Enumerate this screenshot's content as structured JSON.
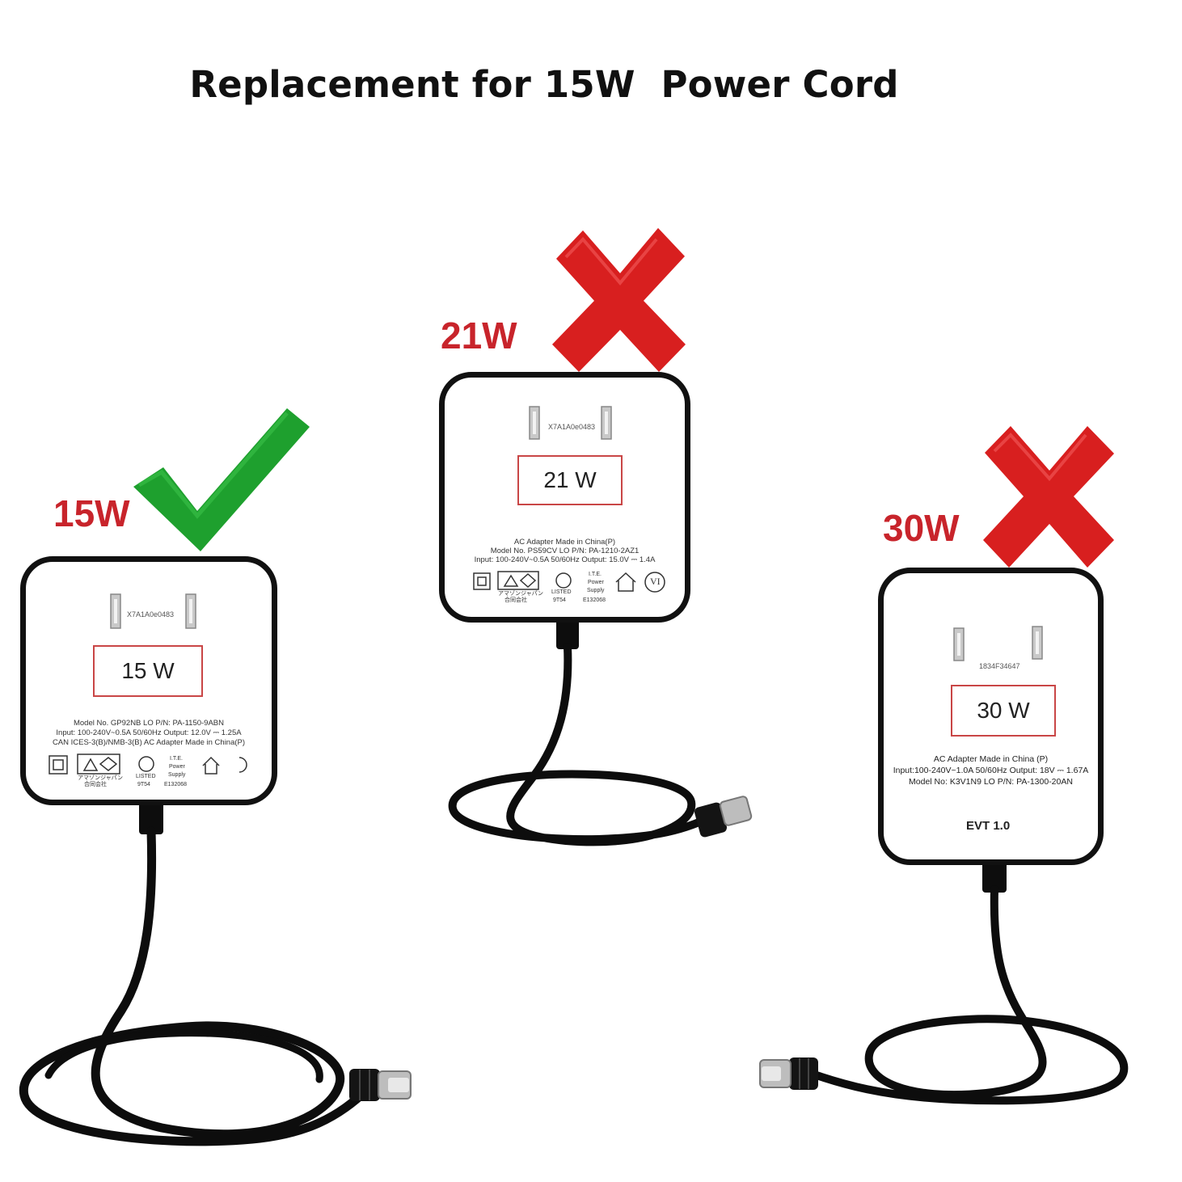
{
  "title": "Replacement for 15W  Power Cord",
  "colors": {
    "check": "#1ea02e",
    "cross": "#d81f1f",
    "label_red": "#c8242b",
    "box_border": "#c94646"
  },
  "adapters": [
    {
      "watt_label": "15W",
      "box_text": "15 W",
      "status_icon": "check-icon",
      "serial": "X7A1A0e0483",
      "fine_print": [
        "Model No. GP92NB   LO   P/N: PA-1150-9ABN",
        "Input: 100-240V~0.5A  50/60Hz   Output: 12.0V ⎓ 1.25A",
        "CAN ICES-3(B)/NMB-3(B)    AC Adapter   Made in China(P)"
      ],
      "icon_texts": [
        "アマゾンジャパン",
        "合同会社",
        "LISTED",
        "9T54",
        "I.T.E.",
        "Power",
        "Supply",
        "E132068"
      ]
    },
    {
      "watt_label": "21W",
      "box_text": "21 W",
      "status_icon": "cross-icon",
      "serial": "X7A1A0e0483",
      "fine_print": [
        "AC Adapter   Made in China(P)",
        "Model No. PS59CV   LO   P/N: PA-1210-2AZ1",
        "Input: 100-240V~0.5A  50/60Hz   Output: 15.0V ⎓ 1.4A"
      ],
      "icon_texts": [
        "アマゾンジャパン",
        "合同会社",
        "LISTED",
        "9T54",
        "I.T.E.",
        "Power",
        "Supply",
        "E132068",
        "VI"
      ]
    },
    {
      "watt_label": "30W",
      "box_text": "30 W",
      "status_icon": "cross-icon",
      "serial": "1834F34647",
      "fine_print": [
        "AC Adapter Made in China (P)",
        "Input:100-240V~1.0A   50/60Hz   Output: 18V ⎓ 1.67A",
        "Model No: K3V1N9   LO P/N: PA-1300-20AN"
      ],
      "evt": "EVT 1.0"
    }
  ]
}
